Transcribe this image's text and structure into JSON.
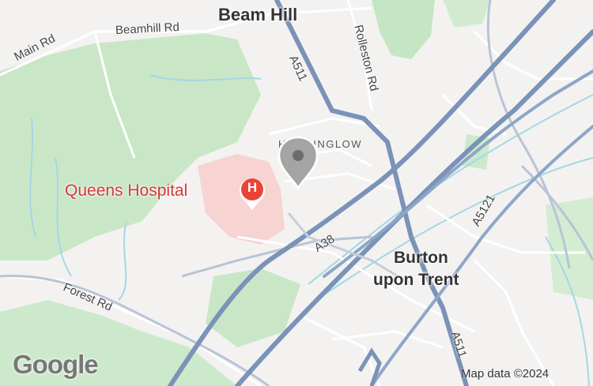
{
  "places": {
    "beam_hill": "Beam Hill",
    "horninglow": "HORNINGLOW",
    "burton_line1": "Burton",
    "burton_line2": "upon Trent"
  },
  "roads": {
    "main_rd": "Main Rd",
    "beamhill_rd": "Beamhill Rd",
    "rolleston_rd": "Rolleston Rd",
    "a511_north": "A511",
    "a511_south": "A511",
    "a38": "A38",
    "a5121": "A5121",
    "forest_rd": "Forest Rd"
  },
  "poi": {
    "hospital_name": "Queens Hospital",
    "hospital_icon_letter": "H",
    "hospital_color": "#ea4335"
  },
  "attribution": "Map data ©2024",
  "logo_text": "Google",
  "colors": {
    "background": "#f3f2f1",
    "park": "#c5e8c5",
    "water": "#9fd6e3",
    "motorway": "#7a93b7",
    "hospital_area": "#f9d6d4",
    "pin": "#9e9e9e"
  }
}
